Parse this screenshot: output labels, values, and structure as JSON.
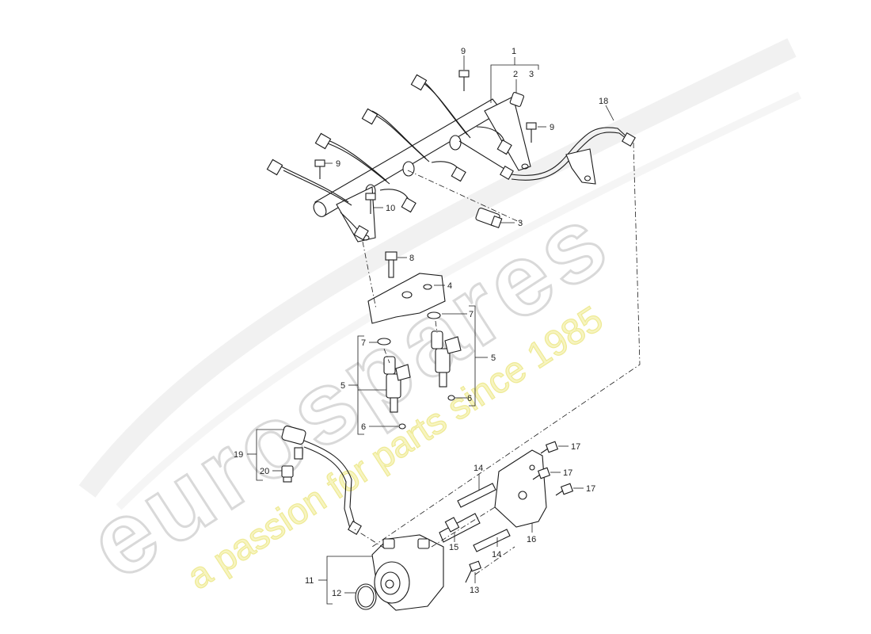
{
  "watermark": {
    "brand": "eurospares",
    "slogan": "a passion for parts since 1985",
    "brand_color": "#d9d9d9",
    "slogan_color": "#f2ee9a"
  },
  "callouts": {
    "c1": "1",
    "c2": "2",
    "c3": "3",
    "c3b": "3",
    "c4": "4",
    "c5a": "5",
    "c5b": "5",
    "c6a": "6",
    "c6b": "6",
    "c7a": "7",
    "c7b": "7",
    "c8": "8",
    "c9a": "9",
    "c9b": "9",
    "c9c": "9",
    "c10": "10",
    "c11": "11",
    "c12": "12",
    "c13": "13",
    "c14a": "14",
    "c14b": "14",
    "c15": "15",
    "c16": "16",
    "c17a": "17",
    "c17b": "17",
    "c17c": "17",
    "c18": "18",
    "c19": "19",
    "c20": "20"
  }
}
